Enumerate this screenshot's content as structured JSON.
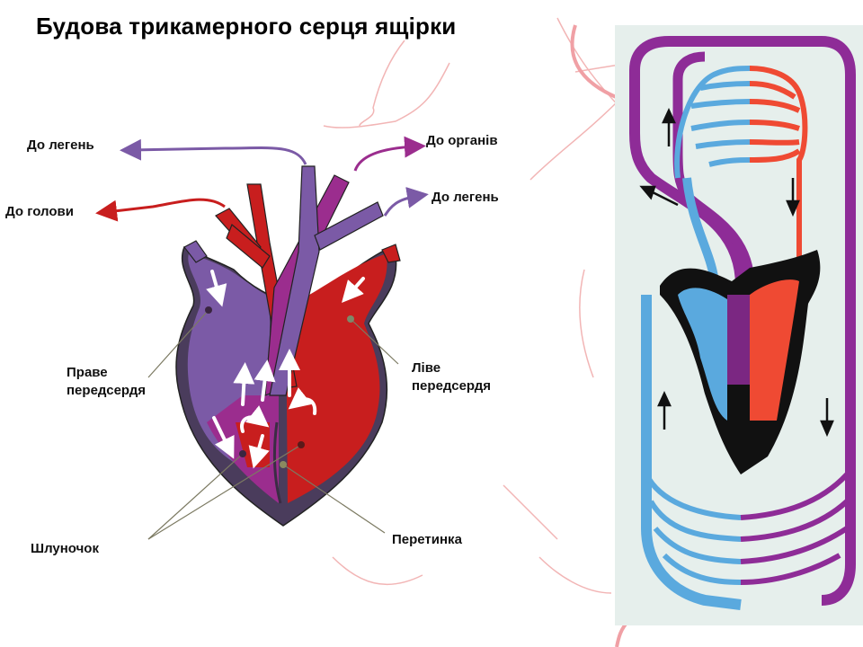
{
  "slide": {
    "title": "Будова трикамерного серця ящірки"
  },
  "heart_diagram": {
    "labels": {
      "to_lungs_left": "До легень",
      "to_head": "До голови",
      "to_organs": "До органів",
      "to_lungs_right": "До легень",
      "right_atrium_line1": "Праве",
      "right_atrium_line2": "передсердя",
      "left_atrium_line1": "Ліве",
      "left_atrium_line2": "передсердя",
      "ventricle": "Шлуночок",
      "septum": "Перетинка"
    },
    "colors": {
      "arterial_red": "#c81e1e",
      "venous_purple": "#7b5aa6",
      "mixed_magenta": "#9b2d8e",
      "wall_dark": "#4a3c5c",
      "leader_line": "#7c7a62"
    }
  },
  "circulation_panel": {
    "colors": {
      "background": "#e6efec",
      "venous_blue": "#5aa9de",
      "arterial_red": "#ef4a33",
      "mixed_purple": "#8e2c97",
      "heart_black": "#111111"
    }
  }
}
